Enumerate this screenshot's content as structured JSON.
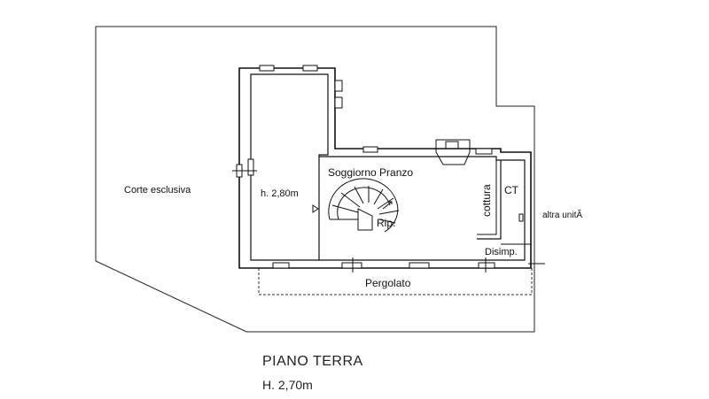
{
  "plan": {
    "title": "PIANO TERRA",
    "floor_height": "H. 2,70m",
    "labels": {
      "corte": "Corte esclusiva",
      "room_height": "h. 2,80m",
      "soggiorno": "Soggiorno Pranzo",
      "rip": "Rip.",
      "cottura": "cottura",
      "ct": "CT",
      "altra": "altra unitÃ",
      "disimp": "Disimp.",
      "pergolato": "Pergolato"
    }
  }
}
